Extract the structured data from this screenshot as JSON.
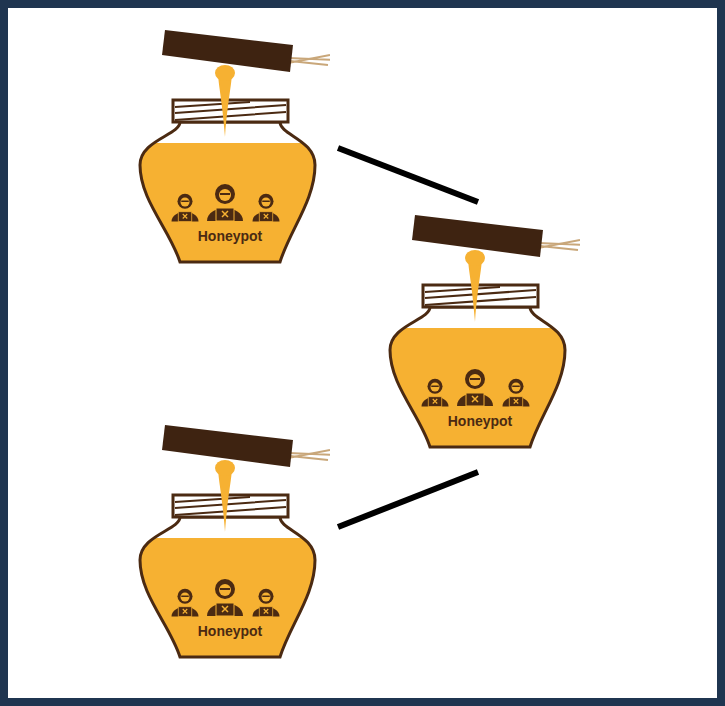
{
  "diagram": {
    "nodes": [
      {
        "text": [
          "Honeypot"
        ]
      },
      {
        "text": [
          "Honeypot"
        ]
      },
      {
        "text": [
          "Honeypot"
        ]
      }
    ],
    "edges": [
      {
        "from": 0,
        "to": 1,
        "arrow": "none"
      },
      {
        "from": 2,
        "to": 1,
        "arrow": "none"
      }
    ]
  }
}
